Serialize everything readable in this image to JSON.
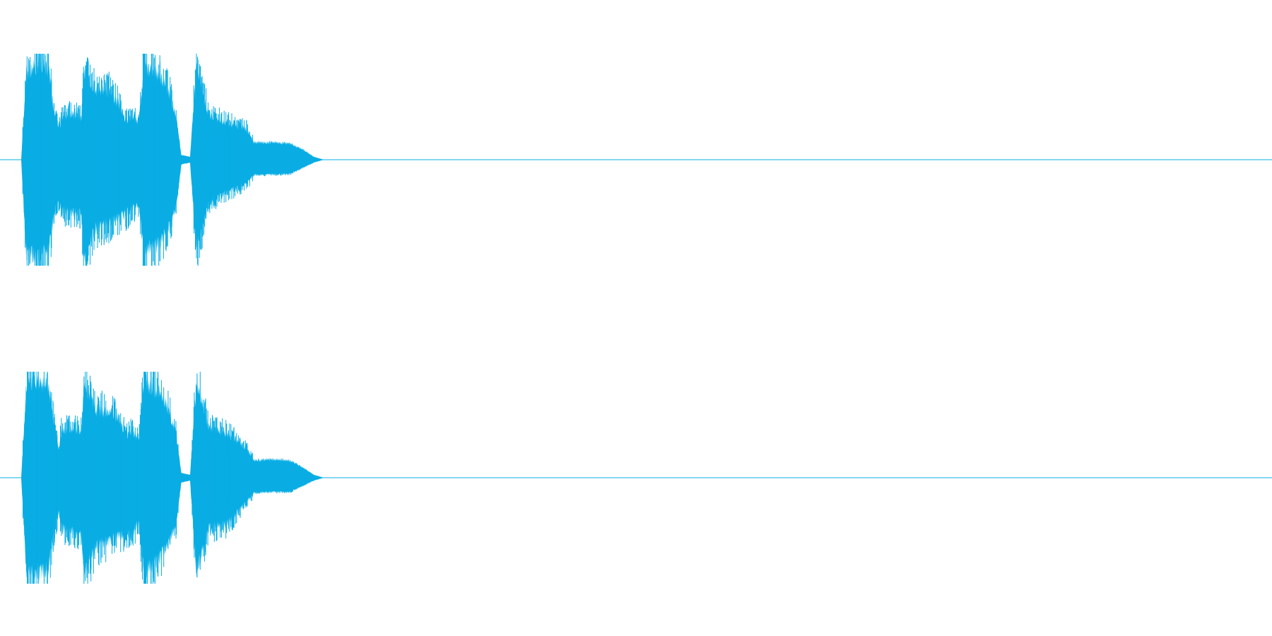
{
  "colors": {
    "background": "#ffffff",
    "waveform": "#09ade4",
    "baseline": "#09ade4"
  },
  "waveform": {
    "channels": [
      {
        "name": "",
        "envelope": [
          {
            "t": 0.0,
            "upper": 0.0,
            "lower": 0.0
          },
          {
            "t": 0.004,
            "upper": 0.91,
            "lower": 0.97
          },
          {
            "t": 0.012,
            "upper": 0.98,
            "lower": 0.99
          },
          {
            "t": 0.022,
            "upper": 0.95,
            "lower": 0.96
          },
          {
            "t": 0.026,
            "upper": 0.52,
            "lower": 0.58
          },
          {
            "t": 0.03,
            "upper": 0.3,
            "lower": 0.4
          },
          {
            "t": 0.032,
            "upper": 0.42,
            "lower": 0.52
          },
          {
            "t": 0.04,
            "upper": 0.48,
            "lower": 0.55
          },
          {
            "t": 0.048,
            "upper": 0.43,
            "lower": 0.55
          },
          {
            "t": 0.05,
            "upper": 0.88,
            "lower": 0.99
          },
          {
            "t": 0.06,
            "upper": 0.72,
            "lower": 0.7
          },
          {
            "t": 0.07,
            "upper": 0.7,
            "lower": 0.66
          },
          {
            "t": 0.078,
            "upper": 0.58,
            "lower": 0.6
          },
          {
            "t": 0.084,
            "upper": 0.4,
            "lower": 0.56
          },
          {
            "t": 0.088,
            "upper": 0.45,
            "lower": 0.52
          },
          {
            "t": 0.094,
            "upper": 0.4,
            "lower": 0.47
          },
          {
            "t": 0.098,
            "upper": 0.96,
            "lower": 0.95
          },
          {
            "t": 0.11,
            "upper": 0.88,
            "lower": 0.88
          },
          {
            "t": 0.118,
            "upper": 0.7,
            "lower": 0.7
          },
          {
            "t": 0.124,
            "upper": 0.45,
            "lower": 0.5
          },
          {
            "t": 0.128,
            "upper": 0.05,
            "lower": 0.05
          },
          {
            "t": 0.135,
            "upper": 0.03,
            "lower": 0.03
          },
          {
            "t": 0.14,
            "upper": 0.96,
            "lower": 0.93
          },
          {
            "t": 0.15,
            "upper": 0.45,
            "lower": 0.45
          },
          {
            "t": 0.165,
            "upper": 0.38,
            "lower": 0.33
          },
          {
            "t": 0.18,
            "upper": 0.32,
            "lower": 0.25
          },
          {
            "t": 0.186,
            "upper": 0.18,
            "lower": 0.16
          },
          {
            "t": 0.2,
            "upper": 0.18,
            "lower": 0.16
          },
          {
            "t": 0.215,
            "upper": 0.17,
            "lower": 0.15
          },
          {
            "t": 0.226,
            "upper": 0.1,
            "lower": 0.08
          },
          {
            "t": 0.234,
            "upper": 0.03,
            "lower": 0.03
          },
          {
            "t": 0.242,
            "upper": 0.0,
            "lower": 0.0
          },
          {
            "t": 1.0,
            "upper": 0.0,
            "lower": 0.0
          }
        ]
      },
      {
        "name": "",
        "envelope": [
          {
            "t": 0.0,
            "upper": 0.0,
            "lower": 0.0
          },
          {
            "t": 0.004,
            "upper": 0.93,
            "lower": 0.96
          },
          {
            "t": 0.012,
            "upper": 0.99,
            "lower": 0.99
          },
          {
            "t": 0.022,
            "upper": 0.95,
            "lower": 0.95
          },
          {
            "t": 0.026,
            "upper": 0.55,
            "lower": 0.55
          },
          {
            "t": 0.03,
            "upper": 0.3,
            "lower": 0.36
          },
          {
            "t": 0.032,
            "upper": 0.48,
            "lower": 0.52
          },
          {
            "t": 0.04,
            "upper": 0.5,
            "lower": 0.55
          },
          {
            "t": 0.048,
            "upper": 0.48,
            "lower": 0.58
          },
          {
            "t": 0.05,
            "upper": 0.95,
            "lower": 0.99
          },
          {
            "t": 0.06,
            "upper": 0.7,
            "lower": 0.7
          },
          {
            "t": 0.07,
            "upper": 0.68,
            "lower": 0.66
          },
          {
            "t": 0.078,
            "upper": 0.62,
            "lower": 0.6
          },
          {
            "t": 0.084,
            "upper": 0.42,
            "lower": 0.58
          },
          {
            "t": 0.088,
            "upper": 0.48,
            "lower": 0.6
          },
          {
            "t": 0.094,
            "upper": 0.4,
            "lower": 0.45
          },
          {
            "t": 0.098,
            "upper": 0.99,
            "lower": 0.99
          },
          {
            "t": 0.11,
            "upper": 0.88,
            "lower": 0.85
          },
          {
            "t": 0.118,
            "upper": 0.7,
            "lower": 0.66
          },
          {
            "t": 0.124,
            "upper": 0.45,
            "lower": 0.48
          },
          {
            "t": 0.128,
            "upper": 0.05,
            "lower": 0.05
          },
          {
            "t": 0.135,
            "upper": 0.03,
            "lower": 0.03
          },
          {
            "t": 0.14,
            "upper": 0.99,
            "lower": 0.97
          },
          {
            "t": 0.15,
            "upper": 0.52,
            "lower": 0.52
          },
          {
            "t": 0.165,
            "upper": 0.45,
            "lower": 0.48
          },
          {
            "t": 0.18,
            "upper": 0.3,
            "lower": 0.25
          },
          {
            "t": 0.186,
            "upper": 0.18,
            "lower": 0.16
          },
          {
            "t": 0.2,
            "upper": 0.19,
            "lower": 0.15
          },
          {
            "t": 0.215,
            "upper": 0.18,
            "lower": 0.15
          },
          {
            "t": 0.226,
            "upper": 0.1,
            "lower": 0.08
          },
          {
            "t": 0.234,
            "upper": 0.03,
            "lower": 0.03
          },
          {
            "t": 0.242,
            "upper": 0.0,
            "lower": 0.0
          },
          {
            "t": 1.0,
            "upper": 0.0,
            "lower": 0.0
          }
        ]
      }
    ]
  }
}
